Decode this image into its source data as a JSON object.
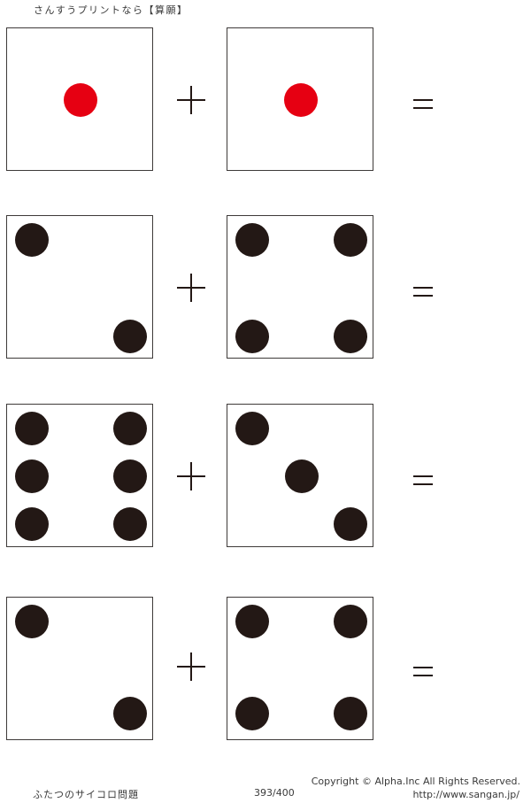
{
  "header": {
    "title": "さんすうプリントなら【算願】"
  },
  "problems": [
    {
      "left": {
        "value": 1,
        "pip_color": "#e60012"
      },
      "operator": "+",
      "right": {
        "value": 1,
        "pip_color": "#e60012"
      },
      "equals": "=",
      "answer": ""
    },
    {
      "left": {
        "value": 2,
        "pip_color": "#231815"
      },
      "operator": "+",
      "right": {
        "value": 4,
        "pip_color": "#231815"
      },
      "equals": "=",
      "answer": ""
    },
    {
      "left": {
        "value": 6,
        "pip_color": "#231815"
      },
      "operator": "+",
      "right": {
        "value": 3,
        "pip_color": "#231815"
      },
      "equals": "=",
      "answer": ""
    },
    {
      "left": {
        "value": 2,
        "pip_color": "#231815"
      },
      "operator": "+",
      "right": {
        "value": 4,
        "pip_color": "#231815"
      },
      "equals": "=",
      "answer": ""
    }
  ],
  "footer": {
    "worksheet_title": "ふたつのサイコロ問題",
    "page": "393/400",
    "copyright": "Copyright ©  Alpha.Inc All Rights Reserved.",
    "url": "http://www.sangan.jp/"
  },
  "colors": {
    "pip_black": "#231815",
    "pip_red": "#e60012",
    "border": "#3e3a39"
  }
}
